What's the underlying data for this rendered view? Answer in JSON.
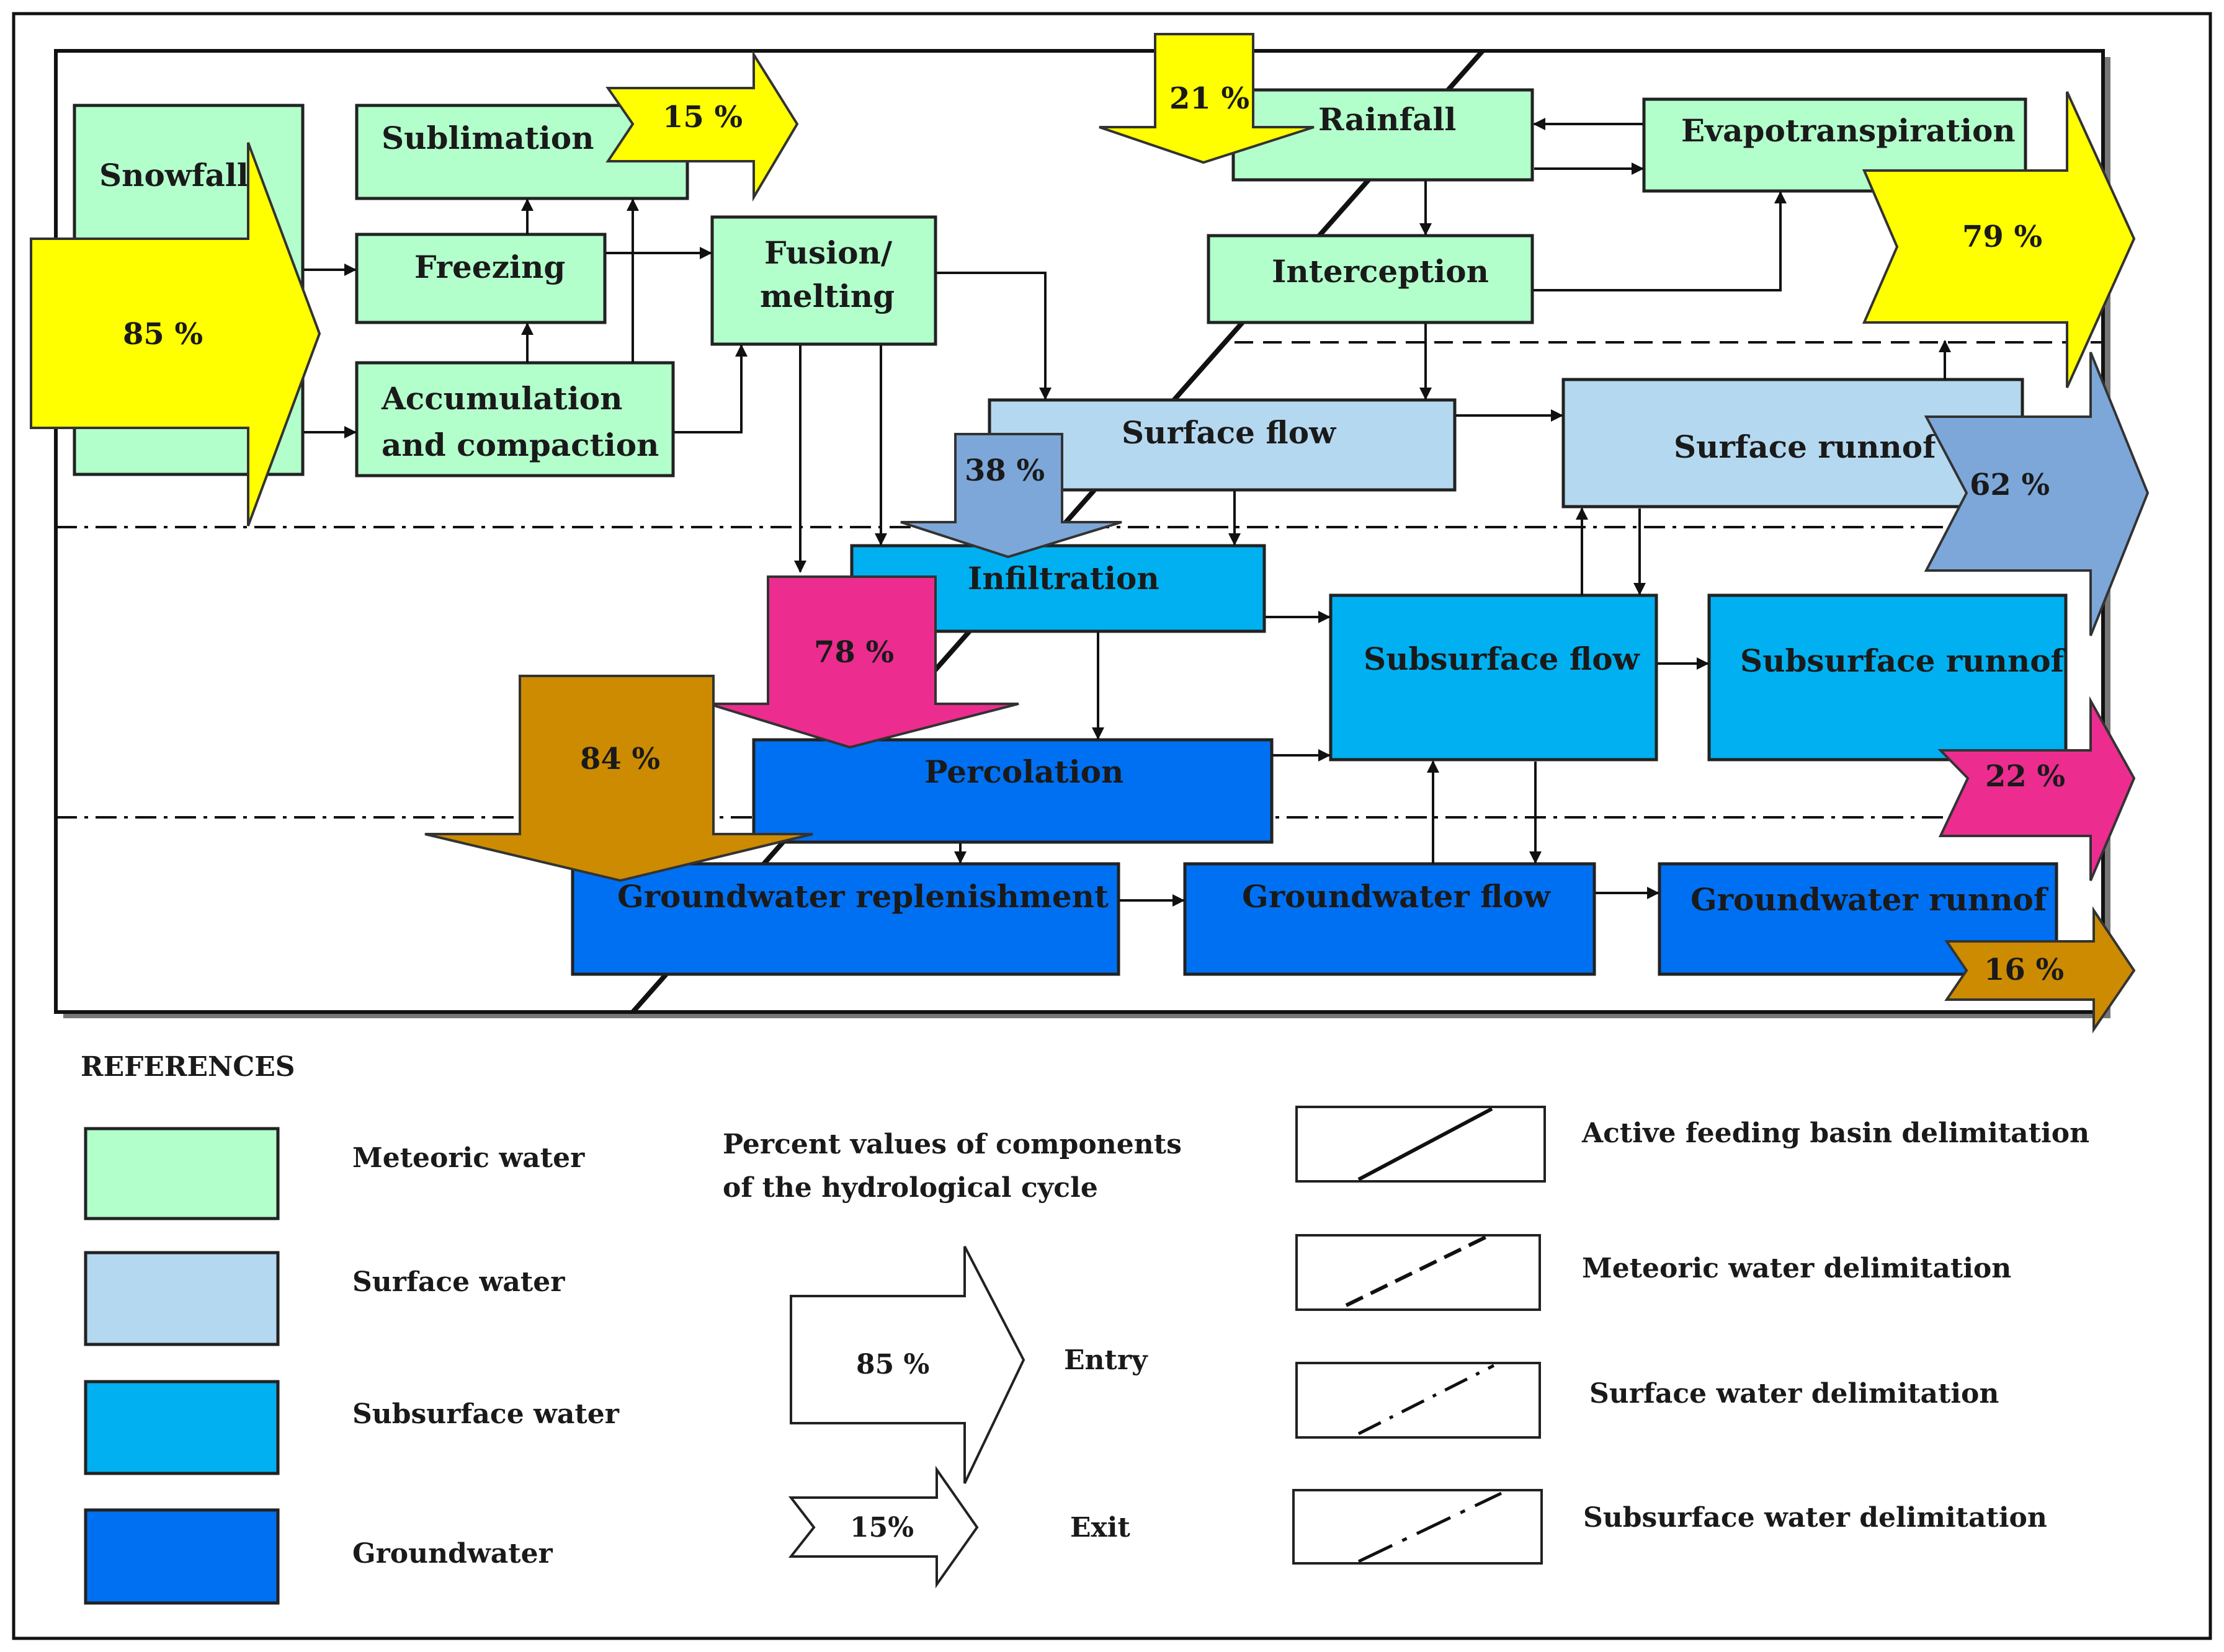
{
  "colors": {
    "meteoric": "#b3ffcc",
    "surface": "#b4d8ef",
    "subsurface": "#00b0f0",
    "groundwater": "#0070f2",
    "yellow": "#ffff00",
    "steelblue": "#7da7d9",
    "magenta": "#ec2c8f",
    "brown": "#cc8b00"
  },
  "boxes": {
    "snowfall": "Snowfall",
    "sublimation": "Sublimation",
    "freezing": "Freezing",
    "accumulation_1": "Accumulation",
    "accumulation_2": "and compaction",
    "fusion_1": "Fusion/",
    "fusion_2": "melting",
    "rainfall": "Rainfall",
    "evapotranspiration": "Evapotranspiration",
    "interception": "Interception",
    "surface_flow": "Surface flow",
    "surface_runnof": "Surface runnof",
    "infiltration": "Infiltration",
    "subsurface_flow": "Subsurface flow",
    "subsurface_runnof": "Subsurface runnof",
    "percolation": "Percolation",
    "groundwater_replenishment": "Groundwater replenishment",
    "groundwater_flow": "Groundwater flow",
    "groundwater_runnof": "Groundwater runnof"
  },
  "percentages": {
    "snowfall_entry": "85 %",
    "sublimation_exit": "15 %",
    "rainfall_entry": "21 %",
    "evapotranspiration_exit": "79 %",
    "surface_entry": "38 %",
    "surface_exit": "62 %",
    "subsurface_entry": "78 %",
    "subsurface_exit": "22 %",
    "groundwater_entry": "84 %",
    "groundwater_exit": "16 %"
  },
  "references": {
    "title": "REFERENCES",
    "meteoric": "Meteoric water",
    "surface": "Surface water",
    "subsurface": "Subsurface water",
    "groundwater": "Groundwater",
    "percent_line1": "Percent values of components",
    "percent_line2": "of the hydrological cycle",
    "entry_value": "85 %",
    "entry_label": "Entry",
    "exit_value": "15%",
    "exit_label": "Exit",
    "active_basin": "Active feeding basin delimitation",
    "meteoric_delim": "Meteoric water delimitation",
    "surface_delim": "Surface water delimitation",
    "subsurface_delim": "Subsurface water delimitation"
  }
}
